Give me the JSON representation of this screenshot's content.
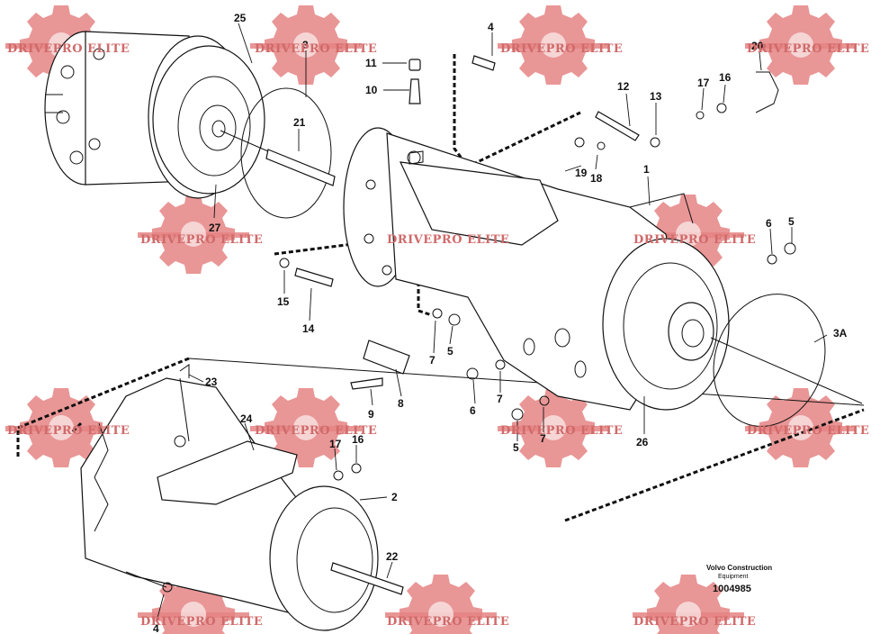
{
  "watermark": {
    "text": "DRIVEPRO ELITE",
    "color": "#d06a6a"
  },
  "brand": {
    "line1": "Volvo Construction",
    "line2": "Equipment"
  },
  "document_number": "1004985",
  "callouts": {
    "c1": "1",
    "c2": "2",
    "c3": "3",
    "c3a": "3A",
    "c4a": "4",
    "c4b": "4",
    "c5a": "5",
    "c5b": "5",
    "c5c": "5",
    "c6a": "6",
    "c6b": "6",
    "c7a": "7",
    "c7b": "7",
    "c7c": "7",
    "c8": "8",
    "c9": "9",
    "c10": "10",
    "c11": "11",
    "c12": "12",
    "c13": "13",
    "c14": "14",
    "c15": "15",
    "c16a": "16",
    "c16b": "16",
    "c17a": "17",
    "c17b": "17",
    "c18": "18",
    "c19": "19",
    "c20": "20",
    "c21": "21",
    "c22": "22",
    "c23": "23",
    "c24": "24",
    "c25": "25",
    "c26": "26",
    "c27": "27"
  }
}
